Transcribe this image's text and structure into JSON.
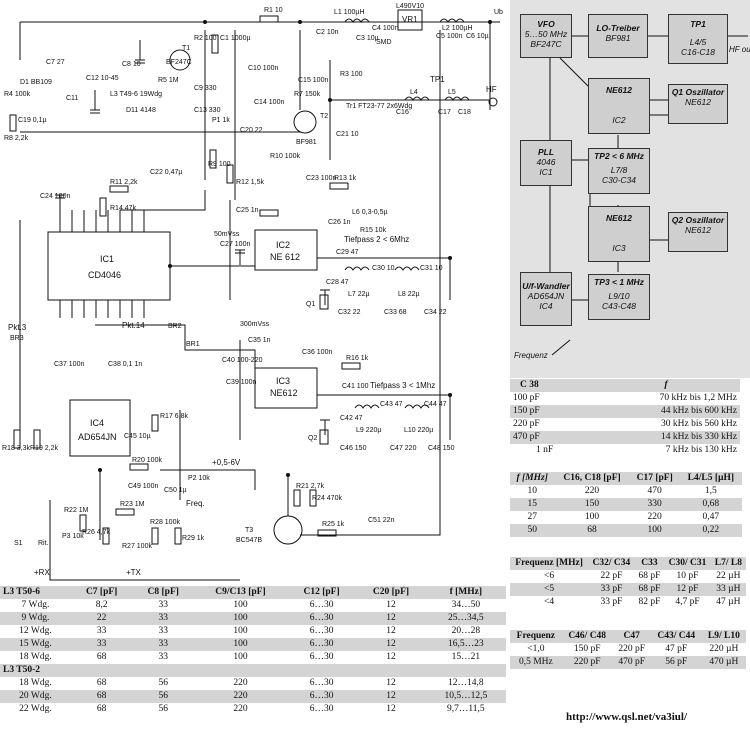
{
  "schematic": {
    "ics": [
      {
        "ref": "IC1",
        "name": "CD4046"
      },
      {
        "ref": "IC2",
        "name": "NE 612"
      },
      {
        "ref": "IC3",
        "name": "NE612"
      },
      {
        "ref": "IC4",
        "name": "AD654JN"
      },
      {
        "ref": "VR1",
        "name": "L490V10"
      }
    ],
    "transistors": [
      {
        "ref": "T1",
        "type": "BF247C"
      },
      {
        "ref": "T2",
        "type": "BF981"
      },
      {
        "ref": "T3",
        "type": "BC547B"
      }
    ],
    "labels": {
      "pkt3": "Pkt.3",
      "br3": "BR3",
      "pkt14": "Pkt.14",
      "br2": "BR2",
      "br1": "BR1",
      "tiefpass2": "Tiefpass 2 < 6Mhz",
      "tiefpass3": "Tiefpass 3 < 1Mhz",
      "tp1": "TP1",
      "hf": "HF",
      "ub": "Ub",
      "freq": "Freq.",
      "rx": "+RX",
      "tx": "+TX",
      "s1": "S1",
      "rit": "Rit.",
      "vss50": "50mVss",
      "vss300": "300mVss",
      "supply": "+0,5-6V",
      "l3": "L3 T49-6 19Wdg",
      "tr1": "Tr1 FT23-77 2x6Wdg",
      "smd": "SMD",
      "d11": "D11 4148"
    },
    "components": [
      "R1 10",
      "R2 100",
      "R3 100",
      "R4 100k",
      "R5 1M",
      "R7 150k",
      "R8 2,2k",
      "R9 100",
      "R10 100k",
      "R11 2,2k",
      "R12 1,5k",
      "R13 1k",
      "R14 47k",
      "R15 10k",
      "R16 1k",
      "R17 6,8k",
      "R18 3,3k",
      "R19 2,2k",
      "R20 100k",
      "R21 2,7k",
      "R22 1M",
      "R23 1M",
      "R24 470k",
      "R25 1k",
      "R26 4,7k",
      "R27 100k",
      "R28 100k",
      "R29 1k",
      "P1 1k",
      "P2 10k",
      "P3 10k",
      "C1 1000µ",
      "C2 10n",
      "C3 10µ",
      "C4 100n",
      "C5 100n",
      "C6 10µ",
      "C7 27",
      "C8 10",
      "C9 330",
      "C10 100n",
      "C11",
      "C12 10-45",
      "C13 330",
      "C14 100n",
      "C15 100n",
      "C16",
      "C17",
      "C18",
      "C19 0,1µ",
      "C20 22",
      "C21 10",
      "C22 0,47µ",
      "C23 100n",
      "C24 100n",
      "C25 1n",
      "C26 1n",
      "C27 100n",
      "C28 47",
      "C29 47",
      "C30 10",
      "C31 10",
      "C32 22",
      "C33 68",
      "C34 22",
      "C35 1n",
      "C36 100n",
      "C37 100n",
      "C38 0,1 1n",
      "C39 100n",
      "C40 100-220",
      "C41 100",
      "C42 47",
      "C43 47",
      "C44 47",
      "C45 10µ",
      "C46 150",
      "C47 220",
      "C48 150",
      "C49 100n",
      "C50 1µ",
      "C51 22n",
      "L1 100µH",
      "L2 100µH",
      "L4",
      "L5",
      "L6 0,3-0,5µ",
      "L7 22µ",
      "L8 22µ",
      "L9 220µ",
      "L10 220µ",
      "D1 BB109",
      "Q1",
      "Q2"
    ]
  },
  "block_diagram": {
    "blocks": [
      {
        "id": "vfo",
        "lines": [
          "VFO",
          "5…50 MHz",
          "BF247C"
        ]
      },
      {
        "id": "lo",
        "lines": [
          "LO-Treiber",
          "BF981"
        ]
      },
      {
        "id": "tp1",
        "lines": [
          "TP1",
          "L4/5",
          "C16-C18"
        ]
      },
      {
        "id": "ic2",
        "lines": [
          "NE612",
          "IC2"
        ]
      },
      {
        "id": "q1",
        "lines": [
          "Q1 Oszillator",
          "NE612"
        ]
      },
      {
        "id": "pll",
        "lines": [
          "PLL",
          "4046",
          "IC1"
        ]
      },
      {
        "id": "tp2",
        "lines": [
          "TP2 < 6 MHz",
          "L7/8",
          "C30-C34"
        ]
      },
      {
        "id": "ic3",
        "lines": [
          "NE612",
          "IC3"
        ]
      },
      {
        "id": "q2",
        "lines": [
          "Q2 Oszillator",
          "NE612"
        ]
      },
      {
        "id": "uf",
        "lines": [
          "U/f-Wandler",
          "AD654JN",
          "IC4"
        ]
      },
      {
        "id": "tp3",
        "lines": [
          "TP3 < 1 MHz",
          "L9/10",
          "C43-C48"
        ]
      }
    ],
    "hf_out": "HF out",
    "frequenz": "Frequenz"
  },
  "table_c38": {
    "headers": [
      "C 38",
      "f"
    ],
    "rows": [
      [
        "100 pF",
        "70 kHz bis 1,2 MHz"
      ],
      [
        "150 pF",
        "44 kHz bis 600 kHz"
      ],
      [
        "220 pF",
        "30 kHz bis 560 kHz"
      ],
      [
        "470 pF",
        "14 kHz bis 330 kHz"
      ],
      [
        "1 nF",
        "7 kHz bis 130 kHz"
      ]
    ]
  },
  "table_tp1": {
    "headers": [
      "f [MHz]",
      "C16, C18 [pF]",
      "C17 [pF]",
      "L4/L5 [µH]"
    ],
    "rows": [
      [
        "10",
        "220",
        "470",
        "1,5"
      ],
      [
        "15",
        "150",
        "330",
        "0,68"
      ],
      [
        "27",
        "100",
        "220",
        "0,47"
      ],
      [
        "50",
        "68",
        "100",
        "0,22"
      ]
    ]
  },
  "table_tp2": {
    "headers": [
      "Frequenz [MHz]",
      "C32/ C34",
      "C33",
      "C30/ C31",
      "L7/ L8"
    ],
    "rows": [
      [
        "<6",
        "22 pF",
        "68 pF",
        "10 pF",
        "22 µH"
      ],
      [
        "<5",
        "33 pF",
        "68 pF",
        "12 pF",
        "33 µH"
      ],
      [
        "<4",
        "33 pF",
        "82 pF",
        "4,7 pF",
        "47 µH"
      ]
    ]
  },
  "table_tp3": {
    "headers": [
      "Frequenz",
      "C46/ C48",
      "C47",
      "C43/ C44",
      "L9/ L10"
    ],
    "rows": [
      [
        "<1,0",
        "150 pF",
        "220 pF",
        "47 pF",
        "220 µH"
      ],
      [
        "0,5 MHz",
        "220 pF",
        "470 pF",
        "56 pF",
        "470 µH"
      ]
    ]
  },
  "table_l3": {
    "headers": [
      "L3 T50-6",
      "C7 [pF]",
      "C8 [pF]",
      "C9/C13 [pF]",
      "C12 [pF]",
      "C20 [pF]",
      "f [MHz]"
    ],
    "rows": [
      [
        "7 Wdg.",
        "8,2",
        "33",
        "100",
        "6…30",
        "12",
        "34…50"
      ],
      [
        "9 Wdg.",
        "22",
        "33",
        "100",
        "6…30",
        "12",
        "25…34,5"
      ],
      [
        "12 Wdg.",
        "33",
        "33",
        "100",
        "6…30",
        "12",
        "20…28"
      ],
      [
        "15 Wdg.",
        "33",
        "33",
        "100",
        "6…30",
        "12",
        "16,5…23"
      ],
      [
        "18 Wdg.",
        "68",
        "33",
        "100",
        "6…30",
        "12",
        "15…21"
      ]
    ],
    "subheader": "L3 T50-2",
    "rows2": [
      [
        "18 Wdg.",
        "68",
        "56",
        "220",
        "6…30",
        "12",
        "12…14,8"
      ],
      [
        "20 Wdg.",
        "68",
        "56",
        "220",
        "6…30",
        "12",
        "10,5…12,5"
      ],
      [
        "22 Wdg.",
        "68",
        "56",
        "220",
        "6…30",
        "12",
        "9,7…11,5"
      ]
    ]
  },
  "url": "http://www.qsl.net/va3iul/"
}
